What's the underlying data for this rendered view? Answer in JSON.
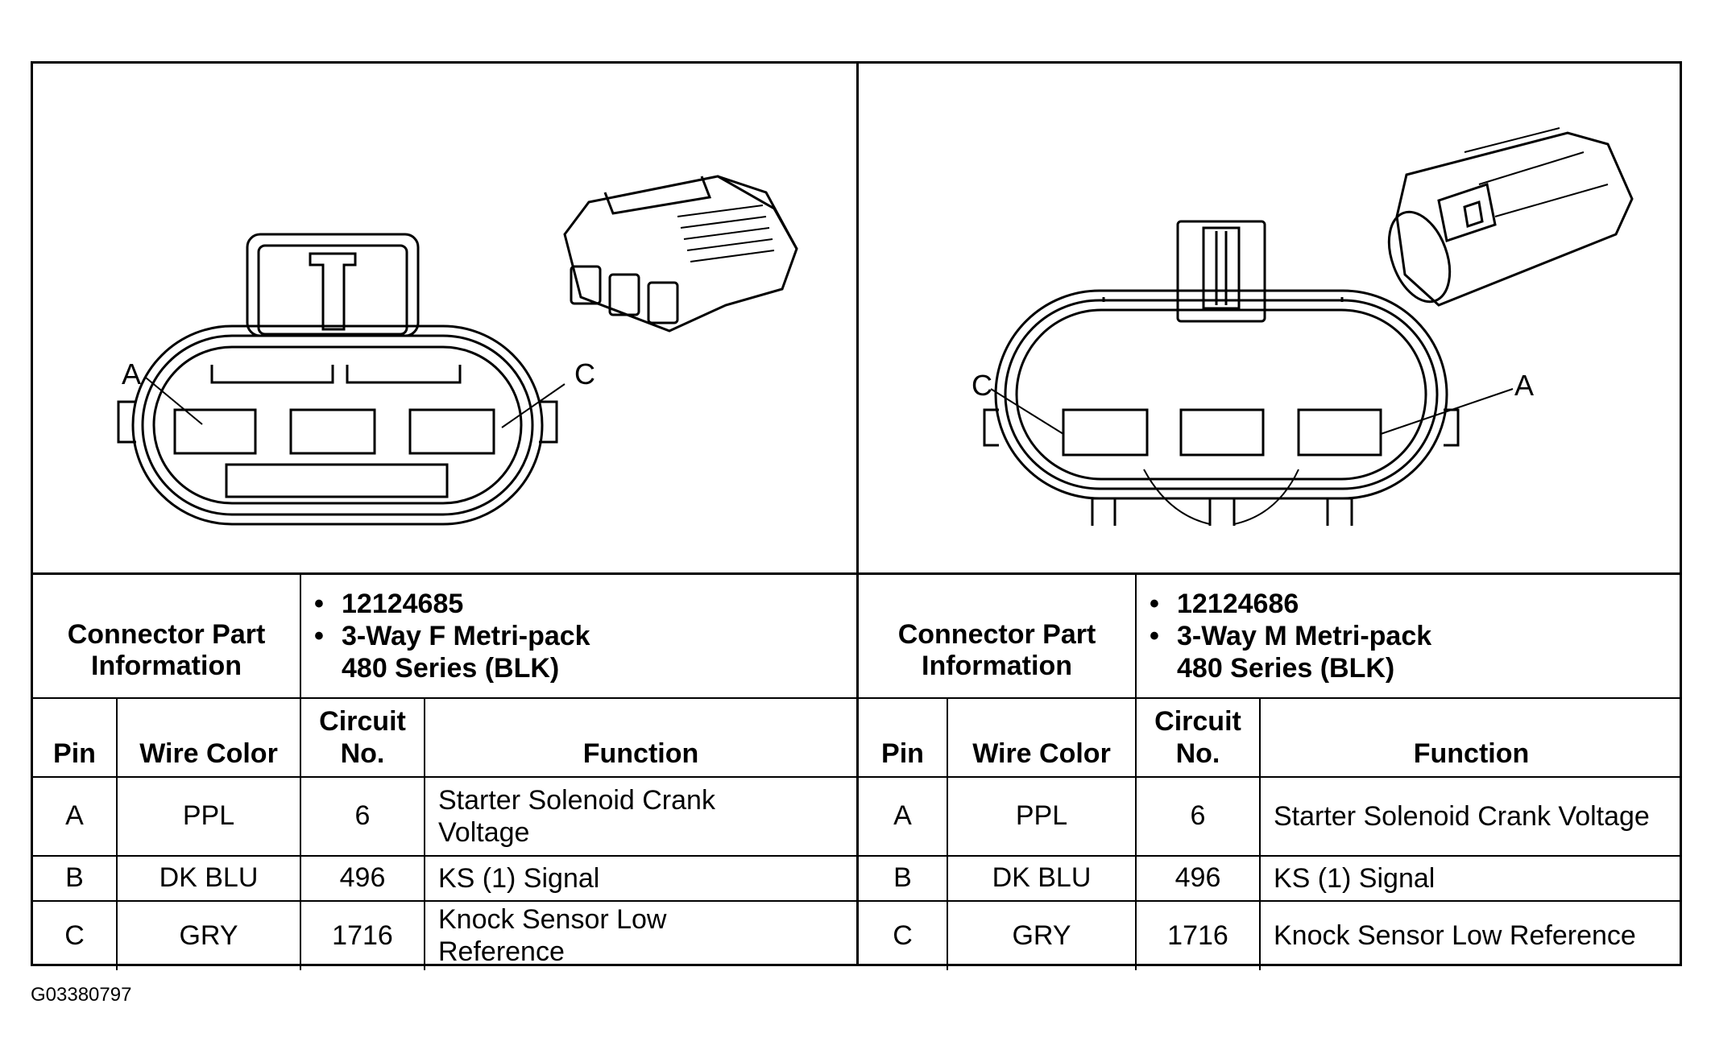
{
  "left": {
    "callouts": {
      "a": "A",
      "c": "C"
    },
    "connector_info_label": "Connector Part Information",
    "part_number": "12124685",
    "part_description_line1": "3-Way F Metri-pack",
    "part_description_line2": "480 Series (BLK)",
    "headers": {
      "pin": "Pin",
      "wire_color": "Wire Color",
      "circuit_line1": "Circuit",
      "circuit_line2": "No.",
      "function": "Function"
    },
    "rows": [
      {
        "pin": "A",
        "wire_color": "PPL",
        "circuit": "6",
        "function_line1": "Starter Solenoid Crank",
        "function_line2": "Voltage"
      },
      {
        "pin": "B",
        "wire_color": "DK BLU",
        "circuit": "496",
        "function_line1": "KS (1) Signal",
        "function_line2": ""
      },
      {
        "pin": "C",
        "wire_color": "GRY",
        "circuit": "1716",
        "function_line1": "Knock Sensor Low",
        "function_line2": "Reference"
      }
    ]
  },
  "right": {
    "callouts": {
      "a": "A",
      "c": "C"
    },
    "connector_info_label": "Connector Part Information",
    "part_number": "12124686",
    "part_description_line1": "3-Way M Metri-pack",
    "part_description_line2": "480 Series (BLK)",
    "headers": {
      "pin": "Pin",
      "wire_color": "Wire Color",
      "circuit_line1": "Circuit",
      "circuit_line2": "No.",
      "function": "Function"
    },
    "rows": [
      {
        "pin": "A",
        "wire_color": "PPL",
        "circuit": "6",
        "function": "Starter Solenoid Crank Voltage"
      },
      {
        "pin": "B",
        "wire_color": "DK BLU",
        "circuit": "496",
        "function": "KS (1) Signal"
      },
      {
        "pin": "C",
        "wire_color": "GRY",
        "circuit": "1716",
        "function": "Knock Sensor Low Reference"
      }
    ]
  },
  "figure_id": "G03380797"
}
